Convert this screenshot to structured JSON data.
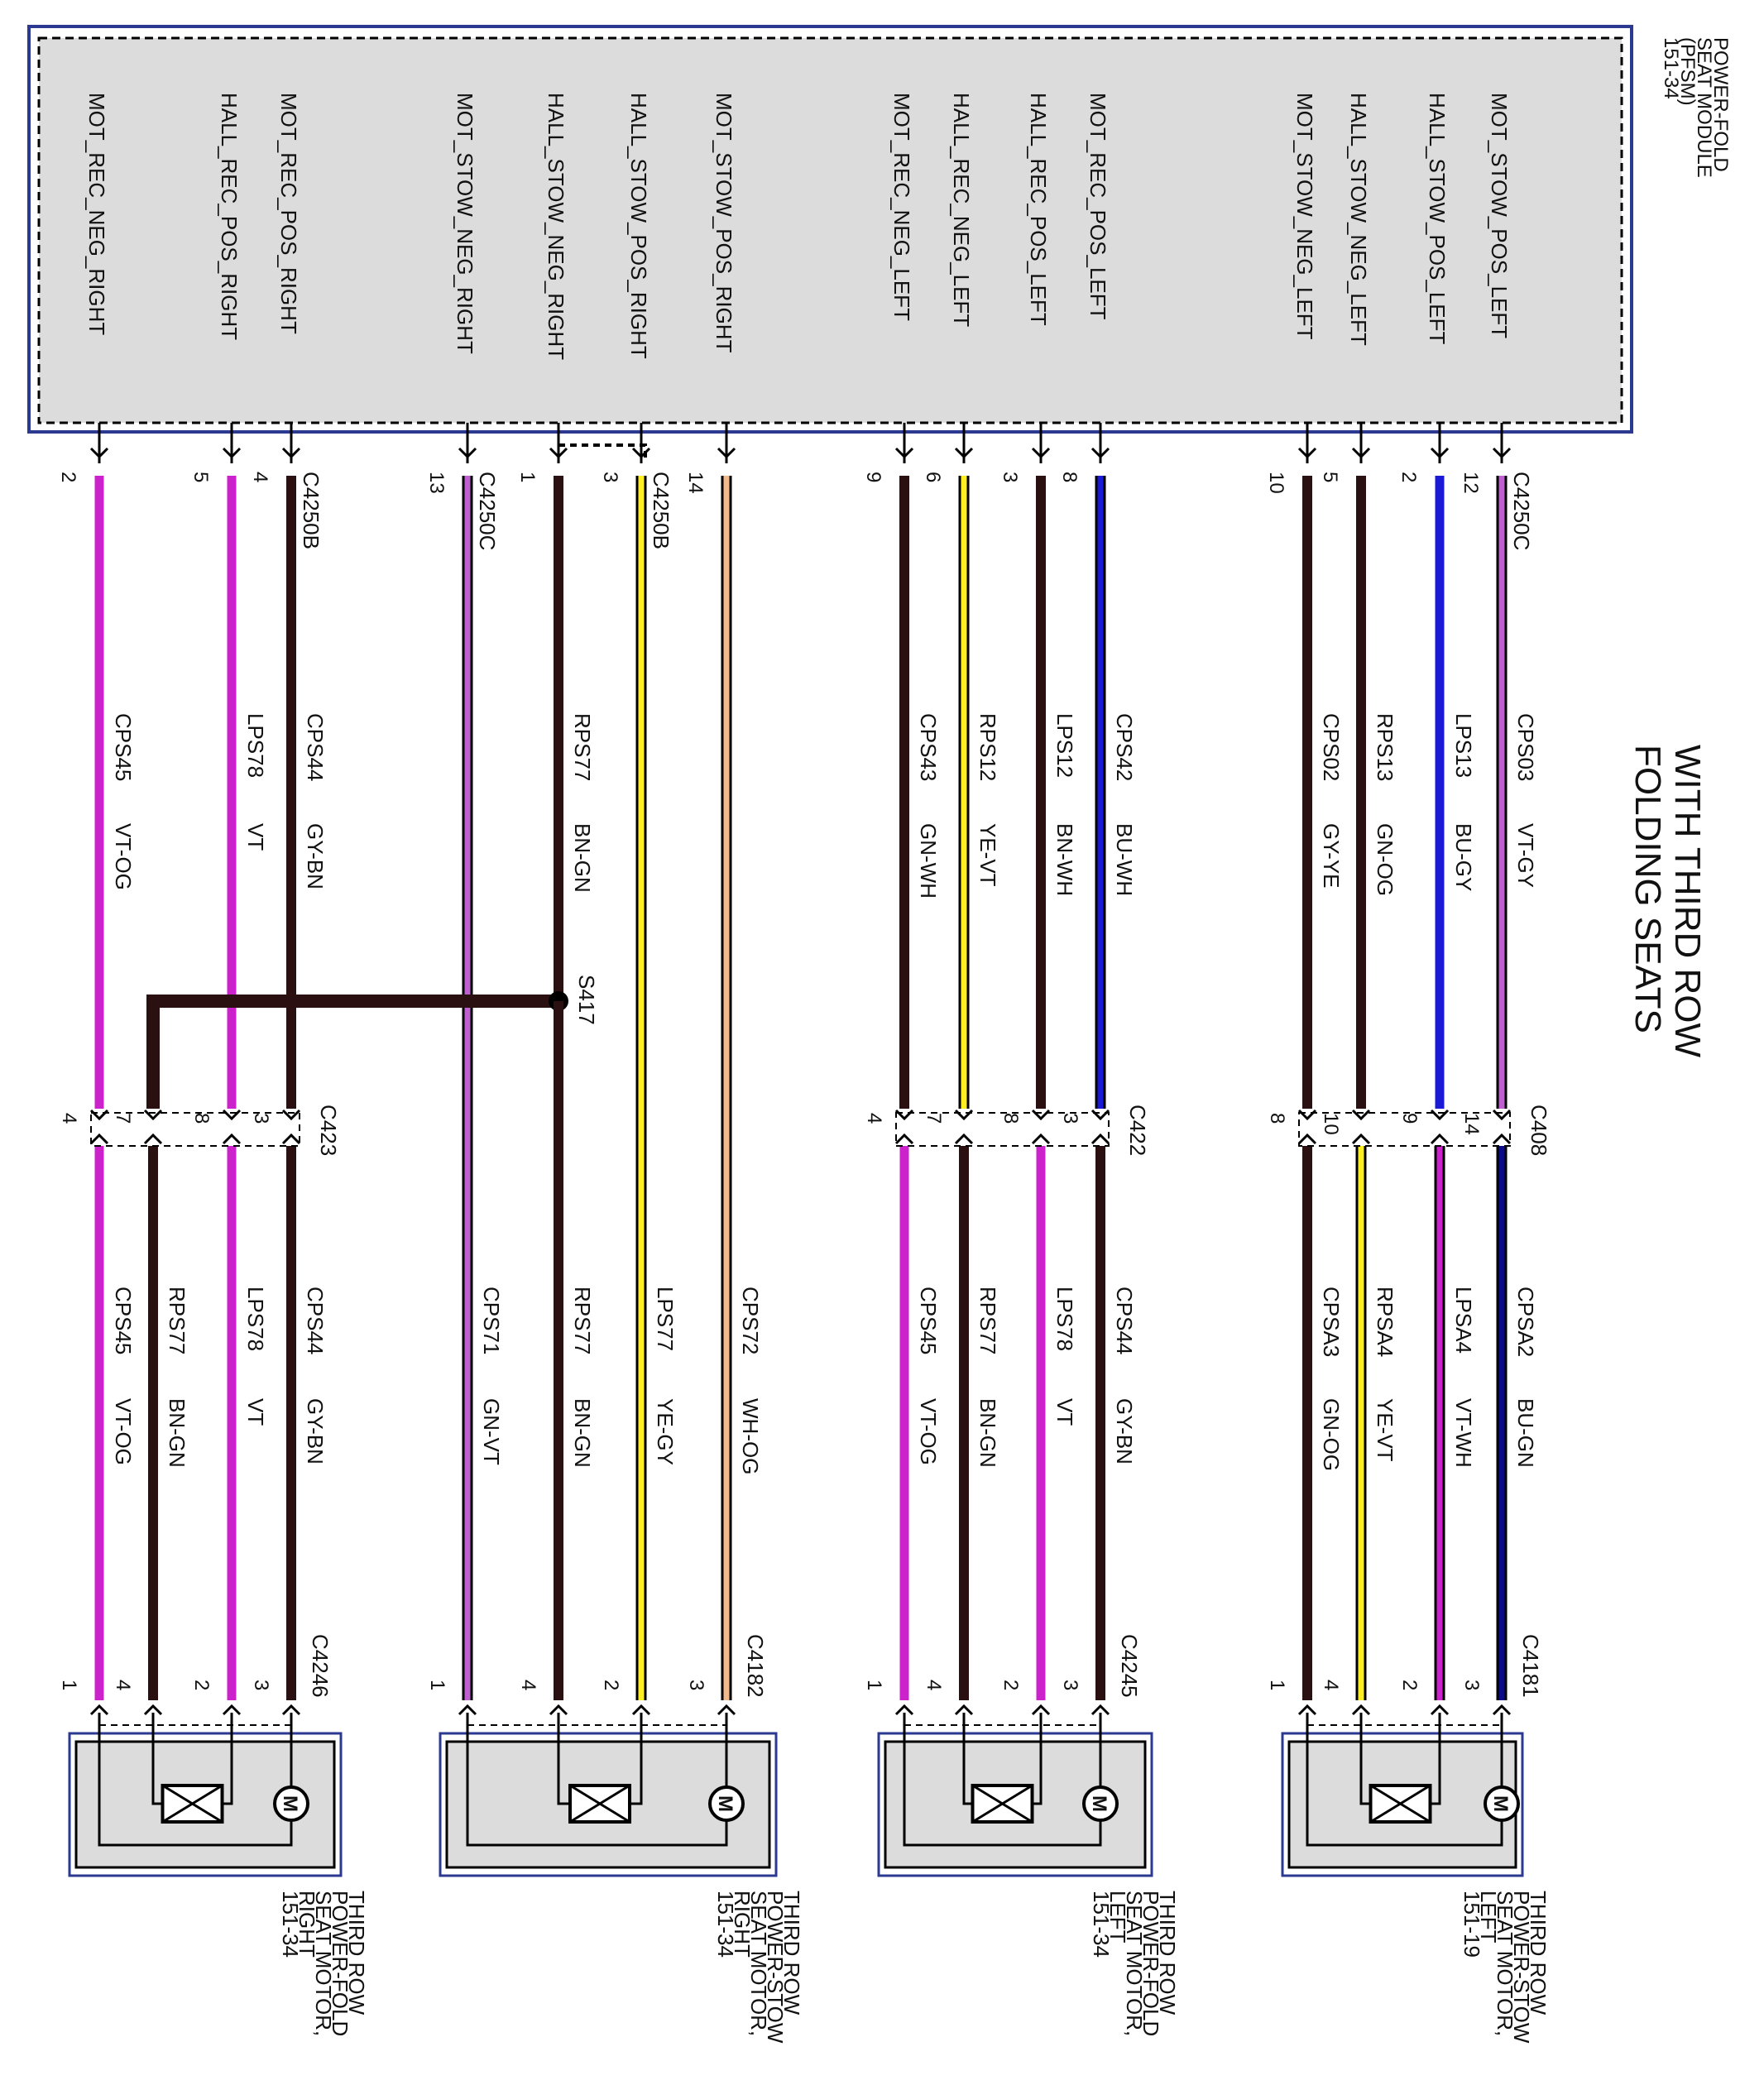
{
  "title": [
    "WITH THIRD ROW",
    "FOLDING SEATS"
  ],
  "module": {
    "label": [
      "POWER-FOLD",
      "SEAT MODULE",
      "(PFSM)",
      "151-34"
    ],
    "pins": [
      {
        "name": "MOT_STOW_POS_LEFT",
        "pin": "12",
        "connector": "C4250C"
      },
      {
        "name": "HALL_STOW_POS_LEFT",
        "pin": "2",
        "connector": ""
      },
      {
        "name": "HALL_STOW_NEG_LEFT",
        "pin": "5",
        "connector": ""
      },
      {
        "name": "MOT_STOW_NEG_LEFT",
        "pin": "10",
        "connector": ""
      },
      {
        "name": "MOT_REC_POS_LEFT",
        "pin": "8",
        "connector": ""
      },
      {
        "name": "HALL_REC_POS_LEFT",
        "pin": "3",
        "connector": ""
      },
      {
        "name": "HALL_REC_NEG_LEFT",
        "pin": "6",
        "connector": ""
      },
      {
        "name": "MOT_REC_NEG_LEFT",
        "pin": "9",
        "connector": ""
      },
      {
        "name": "MOT_STOW_POS_RIGHT",
        "pin": "14",
        "connector": ""
      },
      {
        "name": "HALL_STOW_POS_RIGHT",
        "pin": "3",
        "connector": "C4250B"
      },
      {
        "name": "HALL_STOW_NEG_RIGHT",
        "pin": "1",
        "connector": ""
      },
      {
        "name": "MOT_STOW_NEG_RIGHT",
        "pin": "13",
        "connector": "C4250C"
      },
      {
        "name": "MOT_REC_POS_RIGHT",
        "pin": "4",
        "connector": "C4250B"
      },
      {
        "name": "HALL_REC_POS_RIGHT",
        "pin": "5",
        "connector": ""
      },
      {
        "name": "MOT_REC_NEG_RIGHT",
        "pin": "2",
        "connector": ""
      }
    ]
  },
  "upper_wires": [
    {
      "circuit": "CPS03",
      "color": "VT-GY"
    },
    {
      "circuit": "LPS13",
      "color": "BU-GY"
    },
    {
      "circuit": "RPS13",
      "color": "GN-OG"
    },
    {
      "circuit": "CPS02",
      "color": "GY-YE"
    },
    {
      "circuit": "CPS42",
      "color": "BU-WH"
    },
    {
      "circuit": "LPS12",
      "color": "BN-WH"
    },
    {
      "circuit": "RPS12",
      "color": "YE-VT"
    },
    {
      "circuit": "CPS43",
      "color": "GN-WH"
    },
    {
      "circuit": "",
      "color": ""
    },
    {
      "circuit": "",
      "color": ""
    },
    {
      "circuit": "RPS77",
      "color": "BN-GN"
    },
    {
      "circuit": "",
      "color": ""
    },
    {
      "circuit": "CPS44",
      "color": "GY-BN"
    },
    {
      "circuit": "LPS78",
      "color": "VT"
    },
    {
      "circuit": "CPS45",
      "color": "VT-OG"
    }
  ],
  "splice": "S417",
  "inline_connectors": [
    {
      "name": "C408",
      "pins_in": [
        "14",
        "9",
        "10",
        "8"
      ]
    },
    {
      "name": "C422",
      "pins_in": [
        "3",
        "8",
        "7",
        "4"
      ]
    },
    {
      "name": "C423",
      "pins_in": [
        "3",
        "8",
        "7",
        "4"
      ]
    }
  ],
  "lower_wires": [
    {
      "circuit": "CPSA2",
      "color": "BU-GN"
    },
    {
      "circuit": "LPSA4",
      "color": "VT-WH"
    },
    {
      "circuit": "RPSA4",
      "color": "YE-VT"
    },
    {
      "circuit": "CPSA3",
      "color": "GN-OG"
    },
    {
      "circuit": "CPS44",
      "color": "GY-BN"
    },
    {
      "circuit": "LPS78",
      "color": "VT"
    },
    {
      "circuit": "RPS77",
      "color": "BN-GN"
    },
    {
      "circuit": "CPS45",
      "color": "VT-OG"
    },
    {
      "circuit": "CPS72",
      "color": "WH-OG"
    },
    {
      "circuit": "LPS77",
      "color": "YE-GY"
    },
    {
      "circuit": "RPS77",
      "color": "BN-GN"
    },
    {
      "circuit": "CPS71",
      "color": "GN-VT"
    },
    {
      "circuit": "CPS44",
      "color": "GY-BN"
    },
    {
      "circuit": "LPS78",
      "color": "VT"
    },
    {
      "circuit": "RPS77",
      "color": "BN-GN"
    },
    {
      "circuit": "CPS45",
      "color": "VT-OG"
    }
  ],
  "components": [
    {
      "connector": "C4181",
      "pins": [
        "3",
        "2",
        "4",
        "1"
      ],
      "label": [
        "THIRD ROW",
        "POWER-STOW",
        "SEAT MOTOR,",
        "LEFT",
        "151-19"
      ]
    },
    {
      "connector": "C4245",
      "pins": [
        "3",
        "2",
        "4",
        "1"
      ],
      "label": [
        "THIRD ROW",
        "POWER-FOLD",
        "SEAT MOTOR,",
        "LEFT",
        "151-34"
      ]
    },
    {
      "connector": "C4182",
      "pins": [
        "3",
        "2",
        "4",
        "1"
      ],
      "label": [
        "THIRD ROW",
        "POWER-STOW",
        "SEAT MOTOR,",
        "RIGHT",
        "151-34"
      ]
    },
    {
      "connector": "C4246",
      "pins": [
        "3",
        "2",
        "4",
        "1"
      ],
      "label": [
        "THIRD ROW",
        "POWER-FOLD",
        "SEAT MOTOR,",
        "RIGHT",
        "151-34"
      ]
    }
  ],
  "colors": {
    "module_fill": "#dcdcdc",
    "frame_blue": "#2b3990",
    "violet": "#cc22cc",
    "blue": "#1a1ad6",
    "dark": "#2a1010",
    "yellow": "#ffee22",
    "navy": "#0a0a8a",
    "lavender": "#c060d0",
    "orange_white": "#f2b98a"
  }
}
